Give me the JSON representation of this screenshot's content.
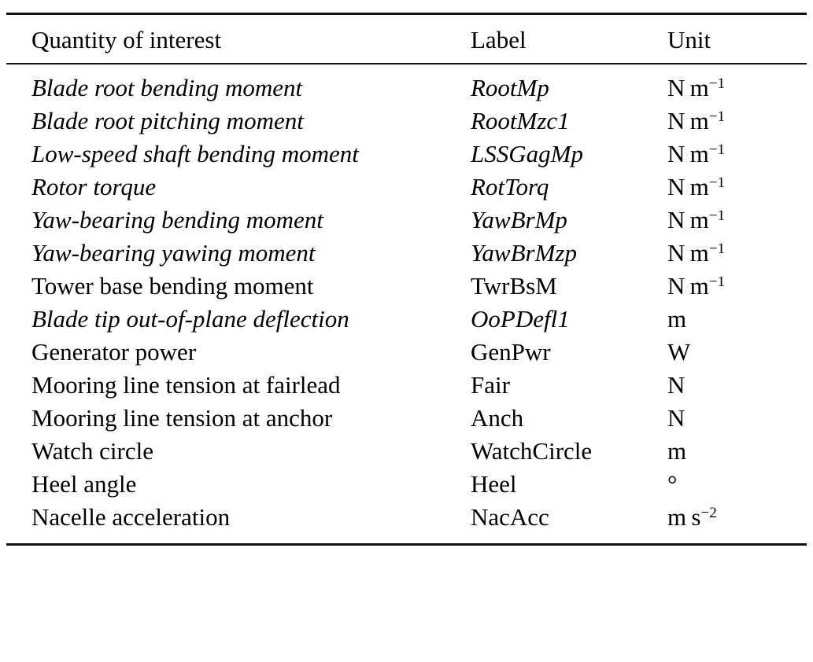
{
  "table": {
    "columns": [
      "Quantity of interest",
      "Label",
      "Unit"
    ],
    "rows": [
      {
        "quantity": "Blade root bending moment",
        "label": "RootMp",
        "unit": "N m−1",
        "unit_base": "N m",
        "unit_exp": "−1",
        "italic": true
      },
      {
        "quantity": "Blade root pitching moment",
        "label": "RootMzc1",
        "unit": "N m−1",
        "unit_base": "N m",
        "unit_exp": "−1",
        "italic": true
      },
      {
        "quantity": "Low-speed shaft bending moment",
        "label": "LSSGagMp",
        "unit": "N m−1",
        "unit_base": "N m",
        "unit_exp": "−1",
        "italic": true
      },
      {
        "quantity": "Rotor torque",
        "label": "RotTorq",
        "unit": "N m−1",
        "unit_base": "N m",
        "unit_exp": "−1",
        "italic": true
      },
      {
        "quantity": "Yaw-bearing bending moment",
        "label": "YawBrMp",
        "unit": "N m−1",
        "unit_base": "N m",
        "unit_exp": "−1",
        "italic": true
      },
      {
        "quantity": "Yaw-bearing yawing moment",
        "label": "YawBrMzp",
        "unit": "N m−1",
        "unit_base": "N m",
        "unit_exp": "−1",
        "italic": true
      },
      {
        "quantity": "Tower base bending moment",
        "label": "TwrBsM",
        "unit": "N m−1",
        "unit_base": "N m",
        "unit_exp": "−1",
        "italic": false
      },
      {
        "quantity": "Blade tip out-of-plane deflection",
        "label": "OoPDefl1",
        "unit": "m",
        "unit_base": "m",
        "unit_exp": "",
        "italic": true
      },
      {
        "quantity": "Generator power",
        "label": "GenPwr",
        "unit": "W",
        "unit_base": "W",
        "unit_exp": "",
        "italic": false
      },
      {
        "quantity": "Mooring line tension at fairlead",
        "label": "Fair",
        "unit": "N",
        "unit_base": "N",
        "unit_exp": "",
        "italic": false
      },
      {
        "quantity": "Mooring line tension at anchor",
        "label": "Anch",
        "unit": "N",
        "unit_base": "N",
        "unit_exp": "",
        "italic": false
      },
      {
        "quantity": "Watch circle",
        "label": "WatchCircle",
        "unit": "m",
        "unit_base": "m",
        "unit_exp": "",
        "italic": false
      },
      {
        "quantity": "Heel angle",
        "label": "Heel",
        "unit": "°",
        "unit_base": "°",
        "unit_exp": "",
        "italic": false
      },
      {
        "quantity": "Nacelle acceleration",
        "label": "NacAcc",
        "unit": "m s−2",
        "unit_base": "m s",
        "unit_exp": "−2",
        "italic": false
      }
    ]
  },
  "colors": {
    "text": "#000000",
    "rule": "#111111",
    "background": "#ffffff"
  }
}
